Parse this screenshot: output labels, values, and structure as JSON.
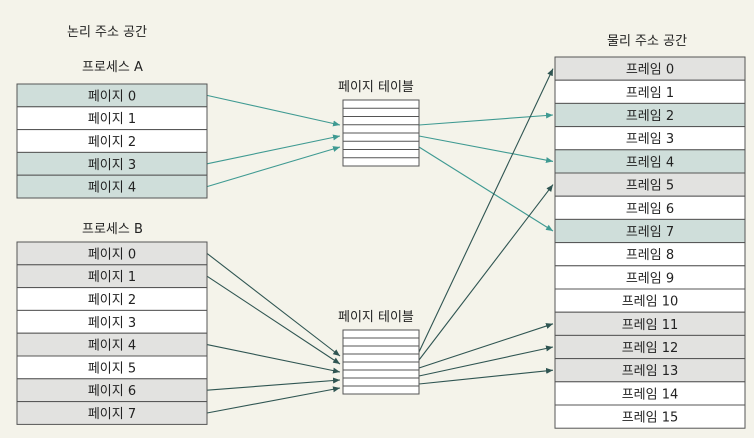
{
  "titles": {
    "logical": "논리 주소 공간",
    "physical": "물리 주소 공간",
    "process_a": "프로세스 A",
    "process_b": "프로세스 B",
    "page_table_a": "페이지 테이블",
    "page_table_b": "페이지 테이블"
  },
  "colors": {
    "teal": "#cfdeda",
    "gray": "#e2e2e0",
    "white": "#ffffff",
    "arrow_a": "#3f9a92",
    "arrow_b": "#2f5552"
  },
  "process_a": {
    "pages": [
      {
        "label": "페이지 0",
        "fill": "teal"
      },
      {
        "label": "페이지 1",
        "fill": "white"
      },
      {
        "label": "페이지 2",
        "fill": "white"
      },
      {
        "label": "페이지 3",
        "fill": "teal"
      },
      {
        "label": "페이지 4",
        "fill": "teal"
      }
    ]
  },
  "process_b": {
    "pages": [
      {
        "label": "페이지 0",
        "fill": "gray"
      },
      {
        "label": "페이지 1",
        "fill": "gray"
      },
      {
        "label": "페이지 2",
        "fill": "white"
      },
      {
        "label": "페이지 3",
        "fill": "white"
      },
      {
        "label": "페이지 4",
        "fill": "gray"
      },
      {
        "label": "페이지 5",
        "fill": "white"
      },
      {
        "label": "페이지 6",
        "fill": "gray"
      },
      {
        "label": "페이지 7",
        "fill": "gray"
      }
    ]
  },
  "frames": [
    {
      "label": "프레임 0",
      "fill": "gray"
    },
    {
      "label": "프레임 1",
      "fill": "white"
    },
    {
      "label": "프레임 2",
      "fill": "teal"
    },
    {
      "label": "프레임 3",
      "fill": "white"
    },
    {
      "label": "프레임 4",
      "fill": "teal"
    },
    {
      "label": "프레임 5",
      "fill": "gray"
    },
    {
      "label": "프레임 6",
      "fill": "white"
    },
    {
      "label": "프레임 7",
      "fill": "teal"
    },
    {
      "label": "프레임 8",
      "fill": "white"
    },
    {
      "label": "프레임 9",
      "fill": "white"
    },
    {
      "label": "프레임 10",
      "fill": "white"
    },
    {
      "label": "프레임 11",
      "fill": "gray"
    },
    {
      "label": "프레임 12",
      "fill": "gray"
    },
    {
      "label": "프레임 13",
      "fill": "gray"
    },
    {
      "label": "프레임 14",
      "fill": "white"
    },
    {
      "label": "프레임 15",
      "fill": "white"
    }
  ],
  "mappings": {
    "process_a": {
      "pages": [
        0,
        3,
        4
      ],
      "frames": [
        2,
        4,
        7
      ]
    },
    "process_b": {
      "pages": [
        0,
        1,
        4,
        6,
        7
      ],
      "frames": [
        0,
        5,
        11,
        12,
        13
      ]
    }
  }
}
